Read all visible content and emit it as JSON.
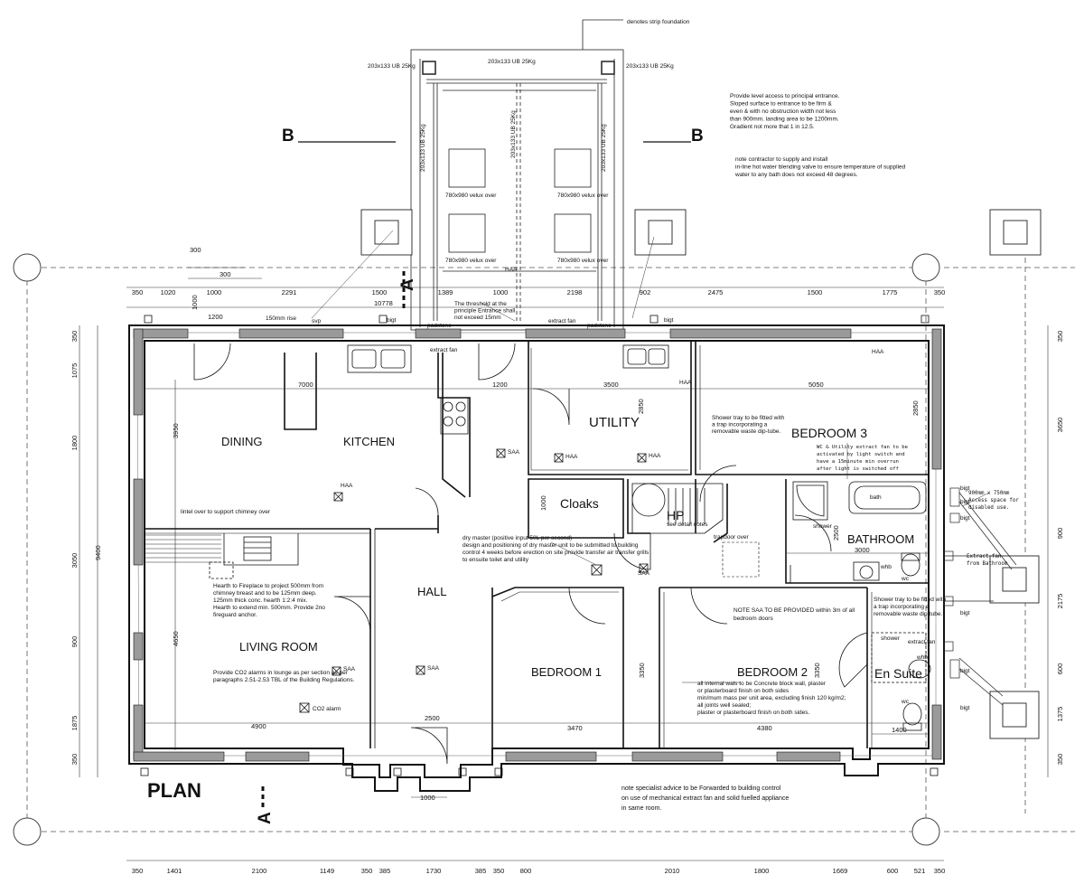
{
  "title": "PLAN",
  "section_marks": {
    "a_top": "A",
    "a_bottom": "A",
    "b_left": "B",
    "b_right": "B"
  },
  "rooms": {
    "dining": "DINING",
    "kitchen": "KITCHEN",
    "utility": "UTILITY",
    "bedroom3": "BEDROOM 3",
    "cloaks": "Cloaks",
    "hp": "HP",
    "hp_note": "see detail notes",
    "bathroom": "BATHROOM",
    "hall": "HALL",
    "living": "LIVING ROOM",
    "bedroom1": "BEDROOM 1",
    "bedroom2": "BEDROOM 2",
    "ensuite": "En Suite"
  },
  "labels": {
    "haa": "HAA",
    "saa": "SAA",
    "bigt": "bigt",
    "extract_fan": "extract fan",
    "padstone": "padstone",
    "shower": "shower",
    "whb": "whb",
    "wc": "wc",
    "bath": "bath",
    "co2_alarm": "CO2 alarm",
    "svp": "svp",
    "velux": "780x980 velux  over",
    "beam_h": "203x133 UB  25Kg",
    "beam_v": "203x133 UB  25Kg",
    "strip_foundation": "denotes  strip foundation",
    "rise": "150mm rise",
    "trapdoor": "trapdoor over"
  },
  "notes": {
    "level_access": [
      "Provide level access to principal entrance.",
      "Sloped surface to entrance to be firm &",
      "even & with no obstruction width not less",
      "than 900mm. landing area to be 1200mm.",
      "Gradient not more that 1 in 12.5."
    ],
    "hot_water": [
      "note  contractor  to supply  and  install",
      "in-line hot water blending valve to ensure temperature of supplied",
      "water to any bath does not exceed 48 degrees."
    ],
    "threshold": [
      "The threshold at the",
      "principle Entrance shall",
      "not exceed 15mm"
    ],
    "shower_tray": [
      "Shower tray to be fitted with",
      "a trap incorporating a",
      "removable waste dip-tube."
    ],
    "wc_fan": [
      "WC & Utility extract fan to be",
      "activated by light switch and",
      "have a 15minute min overrun",
      "after light is switched off"
    ],
    "access_space": [
      "900mm x 750mm",
      "Access space for",
      "disabled use."
    ],
    "bath_fan": [
      "Extract fan",
      "from Bathroom"
    ],
    "lintel": "lintel over to support chimney over",
    "dry_master": [
      "dry master (positive input 50L per second)",
      "design and positioning of dry master unit  to be submitted to building",
      "control 4 weeks  before erection on site provide transfer air transfer grills",
      "to ensuite toilet and utility"
    ],
    "hearth": [
      "Hearth to Fireplace to project 500mm from",
      "chimney breast and to be 125mm deep.",
      "125mm thick conc. hearth 1:2:4 mix.",
      "Hearth to extend min. 500mm. Provide 2no",
      "fireguard anchor."
    ],
    "co2": [
      "Provide CO2 alarms in lounge as per section as per",
      "paragraphs 2.51-2.53 TBL of the Building Regulations."
    ],
    "saa_note": [
      "NOTE SAA TO BE PROVIDED within 3m of all",
      "bedroom doors"
    ],
    "walls": [
      "all internal wals to be Concrete block wall, plaster",
      "or plasterboard finish on both sides",
      "min/mum mass per unit area, excluding finish 120 kg/m2;",
      "all joints well sealed;",
      "plaster or plasterboard finish on both sides."
    ],
    "specialist": [
      "note  specialist advice  to be Forwarded to building control",
      "on use of mechanical extract fan and solid fuelled appliance",
      "in same room."
    ]
  },
  "dims": {
    "top": [
      "350",
      "1020",
      "1000",
      "2291",
      "1500",
      "1389",
      "1000",
      "2198",
      "902",
      "2475",
      "1500",
      "1775",
      "350"
    ],
    "top_overall": "10778",
    "top_small": [
      "300",
      "300",
      "1000",
      "1200"
    ],
    "bottom": [
      "350",
      "1401",
      "2100",
      "1149",
      "350",
      "385",
      "1730",
      "385",
      "350",
      "800",
      "2010",
      "1800",
      "1669",
      "600",
      "521",
      "350"
    ],
    "left": [
      "350",
      "1075",
      "1800",
      "3050",
      "900",
      "1875",
      "350"
    ],
    "left_inner": [
      "3950",
      "4650"
    ],
    "left_overall": "9400",
    "right": [
      "350",
      "3650",
      "900",
      "2175",
      "600",
      "1375",
      "350"
    ],
    "internal": {
      "kitchen_w": "7000",
      "hall_gap": "1200",
      "utility_w": "3500",
      "bed3_w": "5050",
      "bed3_h": "2850",
      "utility_h": "2850",
      "cloaks_h": "1000",
      "bath_h": "2500",
      "bath_w": "3000",
      "bed1_h": "3350",
      "bed2_h": "3350",
      "living_w": "4900",
      "hall_w": "2500",
      "bed1_w": "3470",
      "bed2_w": "4380",
      "ensuite_w": "1400",
      "door": "1000"
    }
  }
}
